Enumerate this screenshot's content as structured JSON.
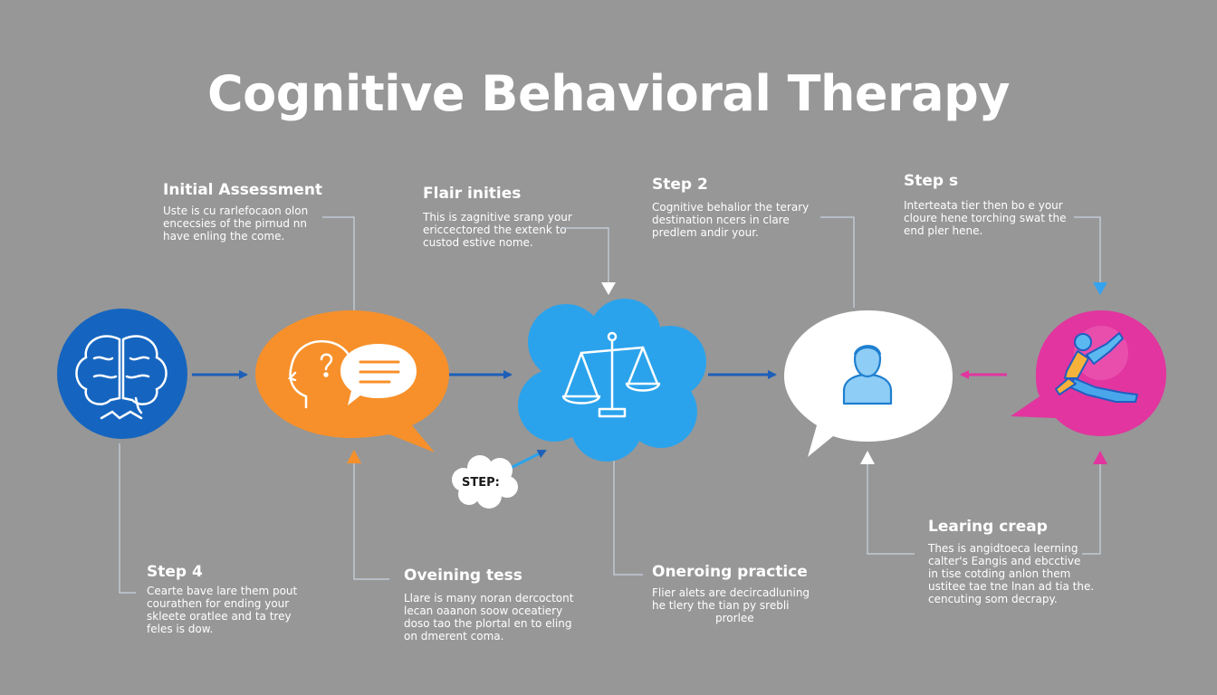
{
  "title": "Cognitive Behavioral Therapy",
  "bubble_label": "STEP:",
  "colors": {
    "background": "#979797",
    "brain": "#1565c0",
    "chat": "#f7902a",
    "cloud": "#2ba3ec",
    "speech": "#ffffff",
    "pink": "#e2359f",
    "arrow_blue": "#1d5fb8",
    "arrow_pink": "#e2359f"
  },
  "icons": [
    "brain-icon",
    "head-question-icon",
    "chat-lines-icon",
    "balance-scale-icon",
    "person-icon",
    "falling-person-icon"
  ],
  "steps_top": [
    {
      "title": "Initial Assessment",
      "lines": [
        "Uste is cu rarlefocaon olon",
        "encecsies of the pirnud nn",
        "have enling the come."
      ]
    },
    {
      "title": "Flair inities",
      "lines": [
        "This is zagnitive sranp your",
        "ericcectored the extenk to",
        "custod estive nome."
      ]
    },
    {
      "title": "Step 2",
      "lines": [
        "Cognitive behalior the terary",
        "destination ncers in clare",
        "predlem andir your."
      ]
    },
    {
      "title": "Step ѕ",
      "lines": [
        "Interteata tier then bo e your",
        "cloure hene torching swat the",
        "end pler hene."
      ]
    }
  ],
  "steps_bottom": [
    {
      "title": "Step 4",
      "lines": [
        "Cearte bave lare them pout",
        "courathen for ending your",
        "skleete oratlee and ta trey",
        "feles is dow."
      ]
    },
    {
      "title": "Oveining tess",
      "lines": [
        "Llare is many noran dercoctont",
        "lecan oaanon soow oceatiery",
        "doso tao the plortal en to eling",
        "on dmerent coma."
      ]
    },
    {
      "title": "Oneroing practice",
      "lines": [
        "Flier alets are decircadluning",
        "he tlery the tian py srebli",
        "prorlee"
      ]
    },
    {
      "title": "Learing creap",
      "lines": [
        "Thes is angidtoeca leerning",
        "calter's Eangis and ebcctive",
        "in tise cotding anlon them",
        "ustitee tae tne lnan ad tia the.",
        "cencuting som decrapy."
      ]
    }
  ]
}
